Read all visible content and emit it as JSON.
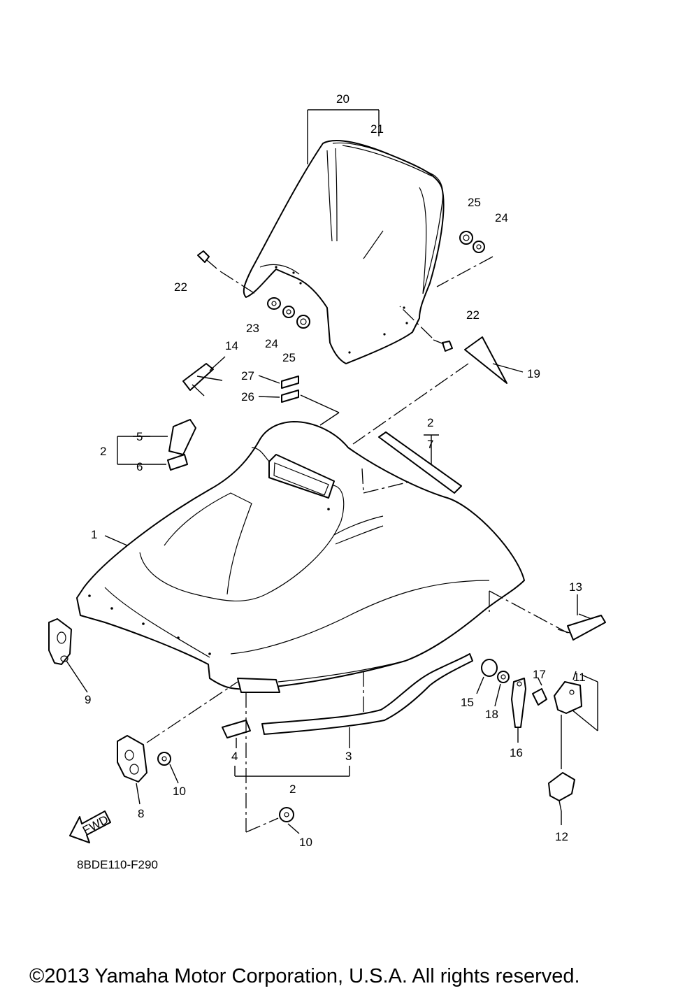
{
  "labels": {
    "p1": "1",
    "p2a": "2",
    "p2b": "2",
    "p2c": "2",
    "p3": "3",
    "p4": "4",
    "p5": "5",
    "p6": "6",
    "p7": "7",
    "p8": "8",
    "p9": "9",
    "p10a": "10",
    "p10b": "10",
    "p11": "11",
    "p12": "12",
    "p13": "13",
    "p14": "14",
    "p15": "15",
    "p16": "16",
    "p17": "17",
    "p18": "18",
    "p19": "19",
    "p20": "20",
    "p21": "21",
    "p22a": "22",
    "p22b": "22",
    "p23": "23",
    "p24a": "24",
    "p24b": "24",
    "p25a": "25",
    "p25b": "25",
    "p26": "26",
    "p27": "27"
  },
  "fwd_label": "FWD",
  "diagram_code": "8BDE110-F290",
  "copyright": "©2013 Yamaha Motor Corporation, U.S.A. All rights reserved."
}
